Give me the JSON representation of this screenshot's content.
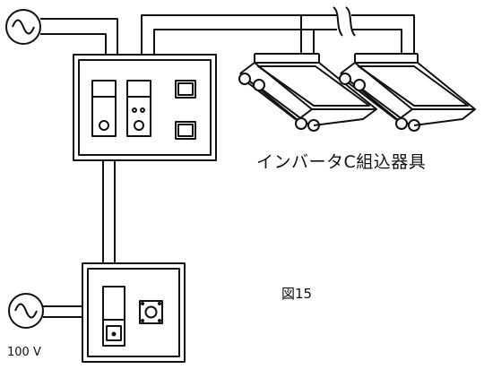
{
  "diagram": {
    "fixture_label": "インバータC組込器具",
    "figure_label": "図15",
    "voltage_label": "100 V"
  }
}
